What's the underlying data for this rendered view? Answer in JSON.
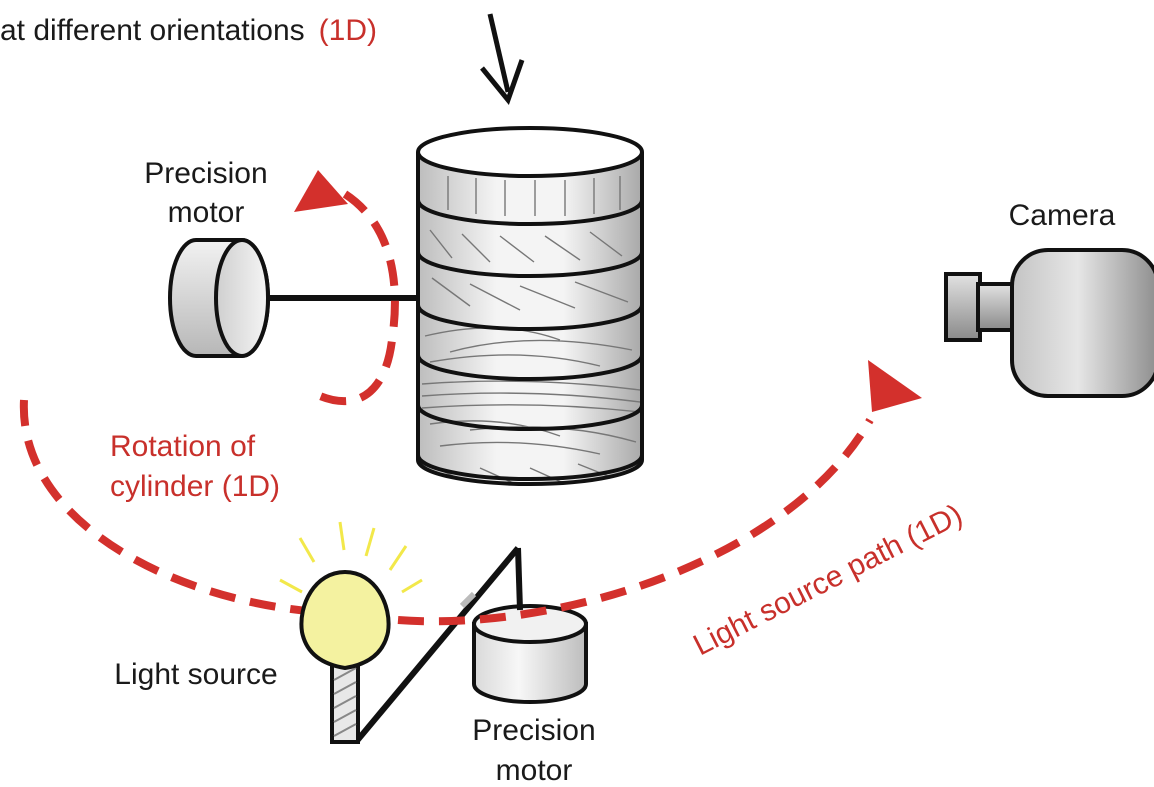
{
  "caption": {
    "line2_prefix": "at different orientations",
    "line2_suffix": "(1D)"
  },
  "motor_top": {
    "line1": "Precision",
    "line2": "motor"
  },
  "motor_bottom": {
    "line1": "Precision",
    "line2": "motor"
  },
  "camera_label": "Camera",
  "rotation_label": {
    "line1": "Rotation of",
    "line2": "cylinder (1D)"
  },
  "light_source_label": "Light source",
  "light_path_label": "Light source path (1D)",
  "colors": {
    "accent_red": "#d3302c",
    "text_red": "#c8302b",
    "bulb_yellow": "#f4f2a0",
    "ray_yellow": "#f2e84a",
    "outline": "#111111"
  }
}
